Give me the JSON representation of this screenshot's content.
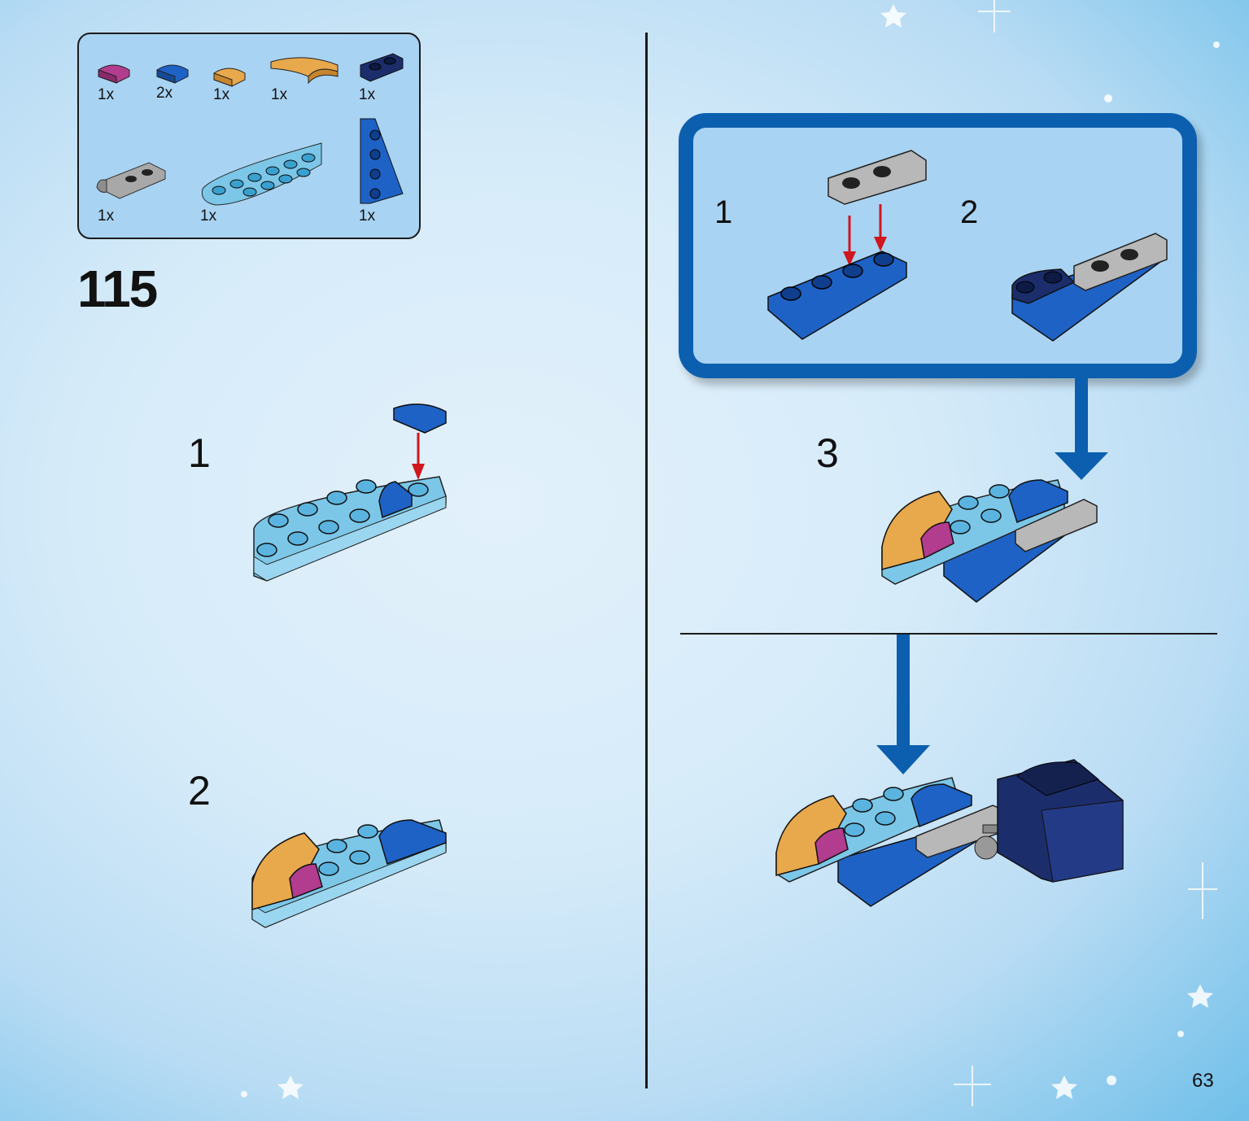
{
  "parts_list": {
    "items": [
      {
        "qty": "1x",
        "color": "#b23c8e",
        "shape": "magenta-quarter-tile"
      },
      {
        "qty": "2x",
        "color": "#1e62c6",
        "shape": "blue-quarter-tile"
      },
      {
        "qty": "1x",
        "color": "#e8a84c",
        "shape": "orange-quarter-tile"
      },
      {
        "qty": "1x",
        "color": "#e8a84c",
        "shape": "orange-curved-tile"
      },
      {
        "qty": "1x",
        "color": "#1b2d6b",
        "shape": "dark-blue-plate-1x2"
      },
      {
        "qty": "1x",
        "color": "#a8a8a8",
        "shape": "grey-clip-plate"
      },
      {
        "qty": "1x",
        "color": "#7cc7e8",
        "shape": "light-blue-half-round-plate"
      },
      {
        "qty": "1x",
        "color": "#1e62c6",
        "shape": "blue-wedge-plate"
      }
    ]
  },
  "step": {
    "number": "115",
    "substeps": [
      "1",
      "2"
    ],
    "callout_substeps": [
      "1",
      "2"
    ],
    "right_substep": "3"
  },
  "page_number": "63",
  "colors": {
    "callout_border": "#0b5fae",
    "arrow_red": "#d0161e",
    "arrow_blue": "#0b5fae"
  }
}
